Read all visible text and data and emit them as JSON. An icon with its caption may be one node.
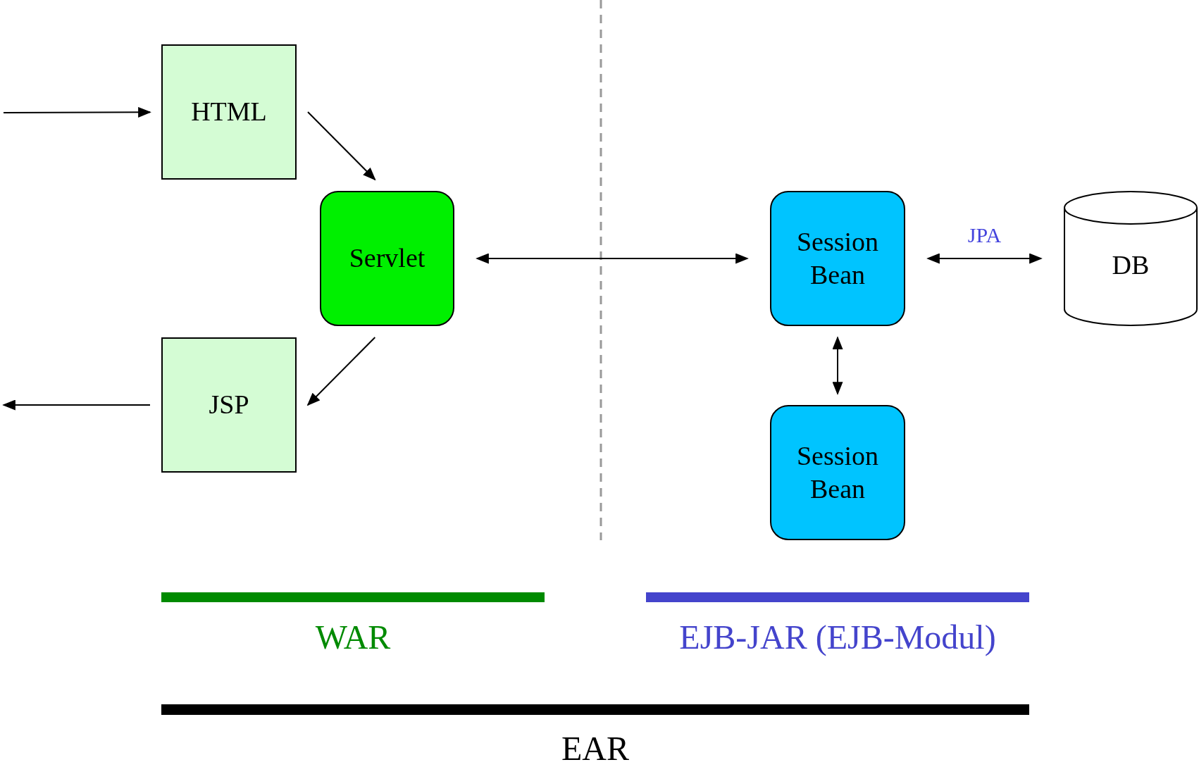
{
  "diagram": {
    "nodes": [
      {
        "text": [
          "HTML"
        ]
      },
      {
        "text": [
          "Servlet"
        ]
      },
      {
        "text": [
          "JSP"
        ]
      },
      {
        "text": [
          "Session Bean"
        ]
      },
      {
        "text": [
          "DB"
        ]
      },
      {
        "text": [
          "Session Bean"
        ]
      },
      {
        "text": [
          "WAR"
        ]
      },
      {
        "text": [
          "EJB-JAR (EJB-Modul)"
        ]
      },
      {
        "text": [
          "EAR"
        ]
      }
    ],
    "edges": [
      {
        "from": null,
        "to": 0,
        "arrow": "to"
      },
      {
        "from": 0,
        "to": 1,
        "arrow": "to"
      },
      {
        "from": 1,
        "to": 2,
        "arrow": "to"
      },
      {
        "from": 2,
        "to": null,
        "arrow": "to"
      },
      {
        "from": 1,
        "to": 3,
        "arrow": "both"
      },
      {
        "from": 3,
        "to": 4,
        "arrow": "both",
        "label": "JPA"
      },
      {
        "from": 3,
        "to": 5,
        "arrow": "both"
      }
    ]
  }
}
